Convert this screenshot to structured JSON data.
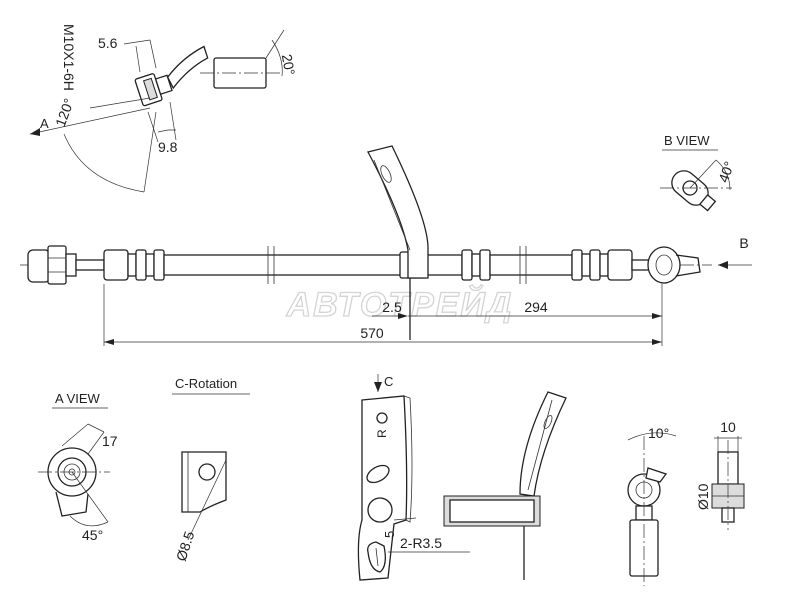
{
  "watermark": "АВТОТРЕЙД",
  "main_view": {
    "dim_left": "2.5",
    "dim_right": "294",
    "dim_total": "570",
    "arrow_label": "B"
  },
  "top_detail": {
    "thread": "M10X1-6H",
    "dim_a": "5.6",
    "dim_b": "9.8",
    "angle_small": "20°",
    "angle_large": "120°",
    "view_arrow": "A"
  },
  "b_view": {
    "title": "B VIEW",
    "angle": "40°"
  },
  "a_view": {
    "title": "A VIEW",
    "dim": "17",
    "angle": "45°"
  },
  "c_rotation": {
    "title": "C-Rotation",
    "dia": "Ø8.5"
  },
  "bracket": {
    "arrow": "C",
    "mark": "R",
    "num": "5",
    "radius": "2-R3.5"
  },
  "banjo_detail": {
    "angle": "10°",
    "width": "10",
    "dia": "Ø10"
  }
}
